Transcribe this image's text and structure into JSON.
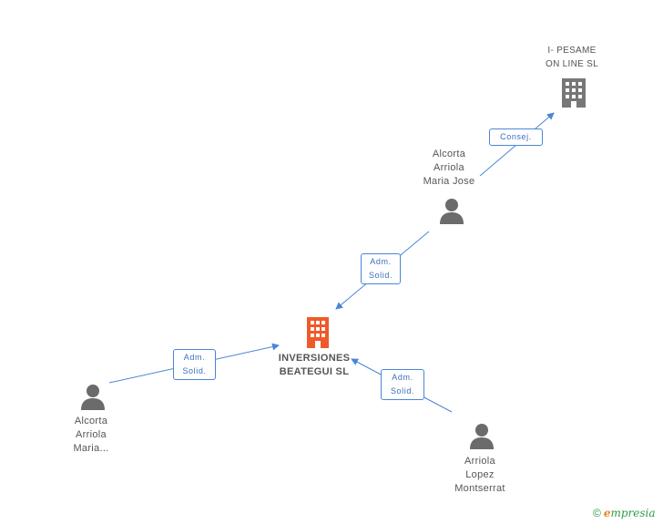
{
  "nodes": {
    "main": {
      "lines": [
        "INVERSIONES",
        "BEATEGUI SL"
      ],
      "color": "#ef5a2a"
    },
    "pesame": {
      "lines": [
        "I- PESAME",
        "ON LINE SL"
      ],
      "color": "#777777"
    },
    "alcorta_jose": {
      "lines": [
        "Alcorta",
        "Arriola",
        "Maria Jose"
      ]
    },
    "alcorta_maria": {
      "lines": [
        "Alcorta",
        "Arriola",
        "Maria..."
      ]
    },
    "arriola_lopez": {
      "lines": [
        "Arriola",
        "Lopez",
        "Montserrat"
      ]
    }
  },
  "edges": {
    "consej": {
      "lines": [
        "Consej."
      ]
    },
    "adm1": {
      "lines": [
        "Adm.",
        "Solid."
      ]
    },
    "adm2": {
      "lines": [
        "Adm.",
        "Solid."
      ]
    },
    "adm3": {
      "lines": [
        "Adm.",
        "Solid."
      ]
    }
  },
  "colors": {
    "edge": "#4a86d8",
    "person": "#6b6b6b"
  },
  "footer": {
    "copyright": "©",
    "brand_e": "e",
    "brand_rest": "mpresia"
  }
}
